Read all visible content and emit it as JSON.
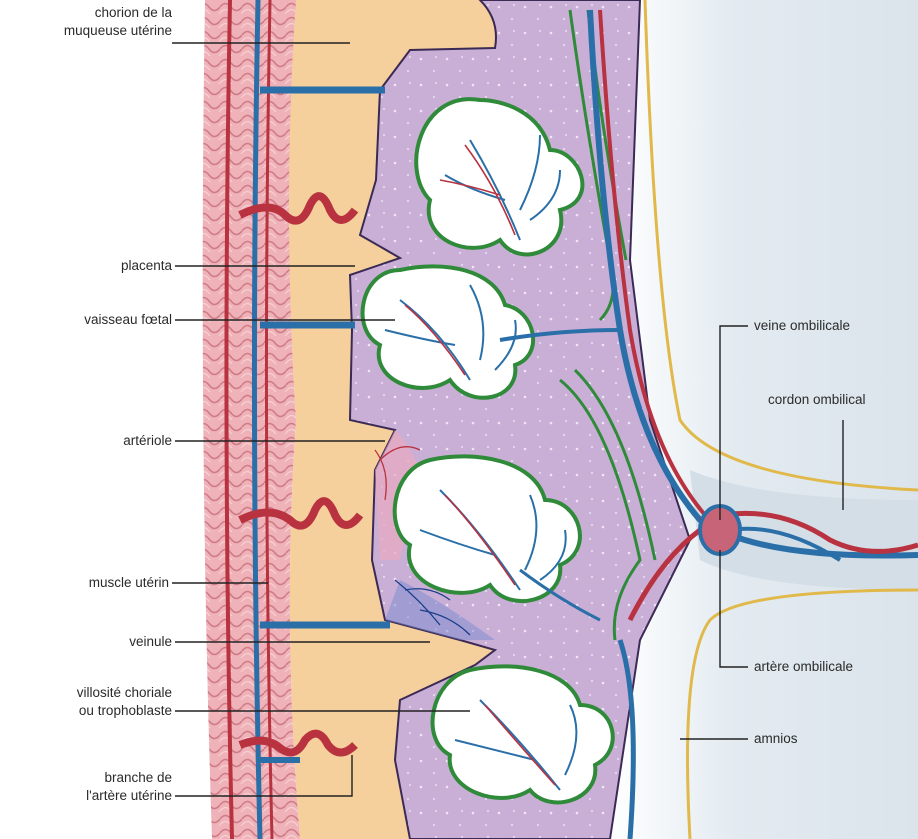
{
  "labels": {
    "chorion": [
      "chorion de la",
      "muqueuse utérine"
    ],
    "placenta": "placenta",
    "vaisseau_foetal": "vaisseau fœtal",
    "arteriole": "artériole",
    "muscle_uterin": "muscle utérin",
    "veinule": "veinule",
    "villosite": [
      "villosité choriale",
      "ou trophoblaste"
    ],
    "branche": [
      "branche de",
      "l'artère utérine"
    ],
    "veine_ombilicale": "veine ombilicale",
    "cordon_ombilical": "cordon ombilical",
    "artere_ombilicale": "artère ombilicale",
    "amnios": "amnios"
  },
  "colors": {
    "muscle": "#e9a3ab",
    "muscle_stripe": "#c96d7a",
    "chorion": "#f6d3a3",
    "placenta": "#cdb4d8",
    "villus_outline": "#2f8a3a",
    "vein": "#2a6fa8",
    "artery": "#b8323f",
    "amnios": "#e0b94a",
    "cord_bg": "#e4ecf2",
    "leader": "#222222"
  }
}
